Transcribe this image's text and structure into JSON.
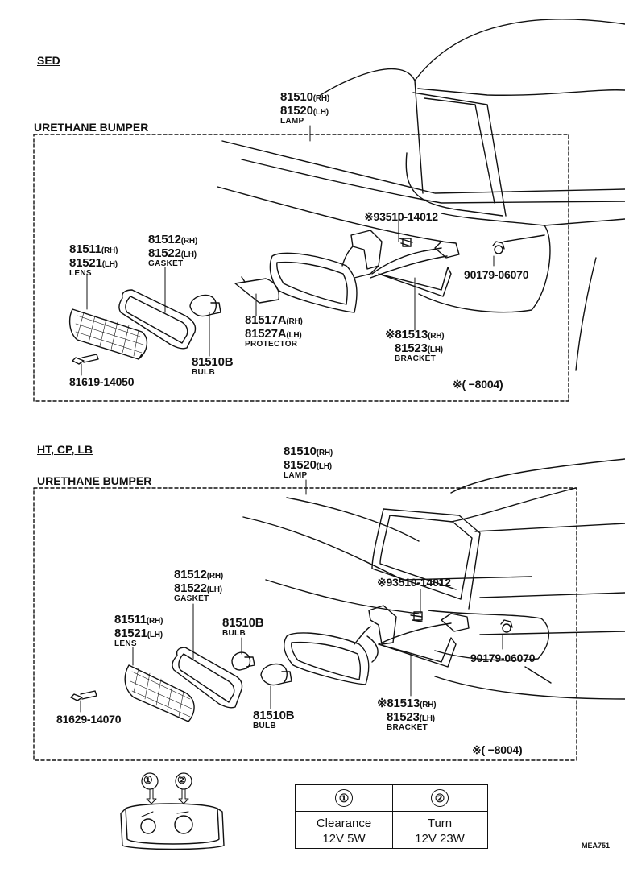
{
  "sections": [
    {
      "model": "SED",
      "bumper": "URETHANE BUMPER",
      "note": "※(        −8004)",
      "labels": {
        "lamp": {
          "rh": "81510",
          "lh": "81520",
          "name": "LAMP"
        },
        "bolt": "※93510-14012",
        "nut": "90179-06070",
        "lens": {
          "rh": "81511",
          "lh": "81521",
          "name": "LENS"
        },
        "gasket": {
          "rh": "81512",
          "lh": "81522",
          "name": "GASKET"
        },
        "protector": {
          "rh": "81517A",
          "lh": "81527A",
          "name": "PROTECTOR"
        },
        "bracket": {
          "rh": "※81513",
          "lh": "81523",
          "name": "BRACKET"
        },
        "bulb": {
          "pn": "81510B",
          "name": "BULB"
        },
        "screw": "81619-14050"
      }
    },
    {
      "model": "HT, CP, LB",
      "bumper": "URETHANE BUMPER",
      "note": "※(        −8004)",
      "labels": {
        "lamp": {
          "rh": "81510",
          "lh": "81520",
          "name": "LAMP"
        },
        "bolt": "※93510-14012",
        "nut": "90179-06070",
        "gasket": {
          "rh": "81512",
          "lh": "81522",
          "name": "GASKET"
        },
        "lens": {
          "rh": "81511",
          "lh": "81521",
          "name": "LENS"
        },
        "bulb1": {
          "pn": "81510B",
          "name": "BULB"
        },
        "bulb2": {
          "pn": "81510B",
          "name": "BULB"
        },
        "bracket": {
          "rh": "※81513",
          "lh": "81523",
          "name": "BRACKET"
        },
        "screw": "81629-14070"
      }
    }
  ],
  "suffix": {
    "rh": "(RH)",
    "lh": "(LH)"
  },
  "legend": {
    "markers": [
      "①",
      "②"
    ],
    "table": {
      "headers": [
        "①",
        "②"
      ],
      "rows": [
        [
          "Clearance",
          "Turn"
        ],
        [
          "12V 5W",
          "12V 23W"
        ]
      ]
    }
  },
  "code": "MEA751"
}
